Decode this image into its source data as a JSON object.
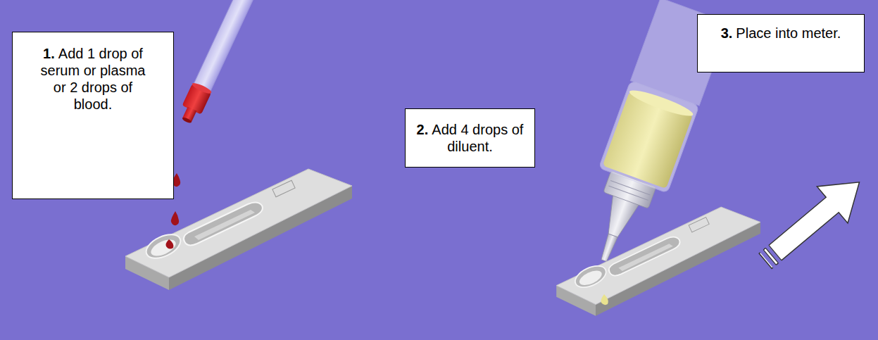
{
  "diagram": {
    "nodes": [
      {
        "text": [
          "1.",
          "Add 1 drop of serum or plasma or 2 drops of blood."
        ]
      },
      {
        "text": [
          "2.",
          "Add 4 drops of diluent."
        ]
      },
      {
        "text": [
          "3.",
          "Place into meter."
        ]
      }
    ]
  }
}
